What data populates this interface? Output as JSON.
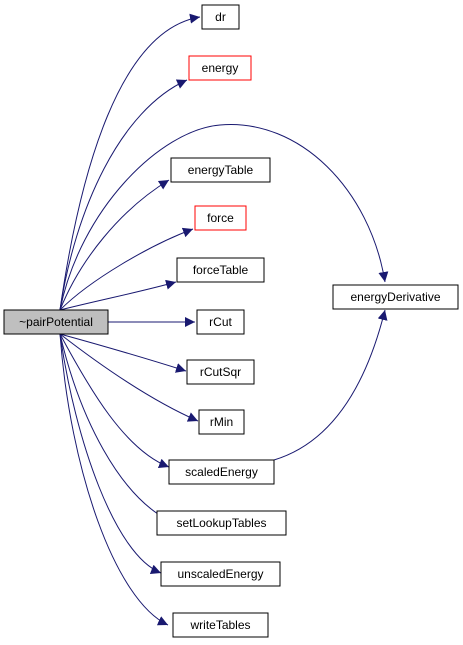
{
  "graph": {
    "root": {
      "id": "pairPotential-dtor",
      "label": "~pairPotential"
    },
    "nodes": [
      {
        "id": "dr",
        "label": "dr",
        "border": "black"
      },
      {
        "id": "energy",
        "label": "energy",
        "border": "red"
      },
      {
        "id": "energyTable",
        "label": "energyTable",
        "border": "black"
      },
      {
        "id": "force",
        "label": "force",
        "border": "red"
      },
      {
        "id": "forceTable",
        "label": "forceTable",
        "border": "black"
      },
      {
        "id": "rCut",
        "label": "rCut",
        "border": "black"
      },
      {
        "id": "rCutSqr",
        "label": "rCutSqr",
        "border": "black"
      },
      {
        "id": "rMin",
        "label": "rMin",
        "border": "black"
      },
      {
        "id": "scaledEnergy",
        "label": "scaledEnergy",
        "border": "black"
      },
      {
        "id": "setLookupTables",
        "label": "setLookupTables",
        "border": "black"
      },
      {
        "id": "unscaledEnergy",
        "label": "unscaledEnergy",
        "border": "black"
      },
      {
        "id": "writeTables",
        "label": "writeTables",
        "border": "black"
      },
      {
        "id": "energyDerivative",
        "label": "energyDerivative",
        "border": "black"
      }
    ],
    "edges": [
      {
        "from": "pairPotential-dtor",
        "to": "dr"
      },
      {
        "from": "pairPotential-dtor",
        "to": "energy"
      },
      {
        "from": "pairPotential-dtor",
        "to": "energyDerivative"
      },
      {
        "from": "pairPotential-dtor",
        "to": "energyTable"
      },
      {
        "from": "pairPotential-dtor",
        "to": "force"
      },
      {
        "from": "pairPotential-dtor",
        "to": "forceTable"
      },
      {
        "from": "pairPotential-dtor",
        "to": "rCut"
      },
      {
        "from": "pairPotential-dtor",
        "to": "rCutSqr"
      },
      {
        "from": "pairPotential-dtor",
        "to": "rMin"
      },
      {
        "from": "pairPotential-dtor",
        "to": "scaledEnergy"
      },
      {
        "from": "pairPotential-dtor",
        "to": "setLookupTables"
      },
      {
        "from": "pairPotential-dtor",
        "to": "unscaledEnergy"
      },
      {
        "from": "pairPotential-dtor",
        "to": "writeTables"
      },
      {
        "from": "scaledEnergy",
        "to": "energyDerivative"
      }
    ],
    "colors": {
      "edge": "#191970",
      "border_black": "#000000",
      "border_red": "#ff0000",
      "root_fill": "#bfbfbf",
      "node_fill": "#ffffff"
    }
  }
}
